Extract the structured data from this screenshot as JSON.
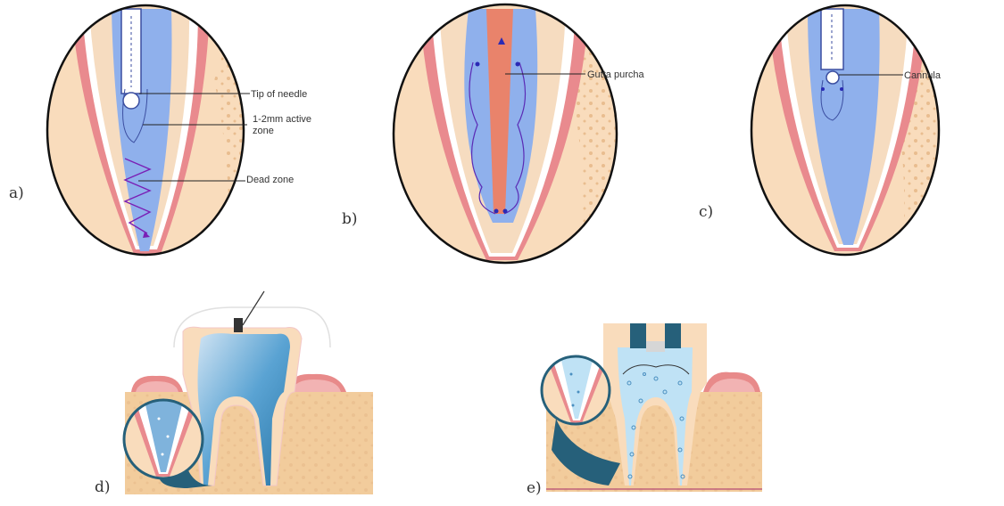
{
  "panels": [
    {
      "letter": "a)",
      "annotations": [
        "Tip of needle",
        "1-2mm active",
        "zone",
        "Dead zone"
      ]
    },
    {
      "letter": "b)",
      "annotations": [
        "Gutta purcha"
      ]
    },
    {
      "letter": "c)",
      "annotations": [
        "Cannula"
      ]
    },
    {
      "letter": "d)"
    },
    {
      "letter": "e)"
    }
  ],
  "colors": {
    "enamel": "#f6dcc0",
    "dentin": "#f9d9b8",
    "gum_red": "#e98a8e",
    "canal_blue": "#8fb0ec",
    "dark_blue": "#26607a",
    "purple": "#6a22b8",
    "bone": "#f2c99a"
  }
}
